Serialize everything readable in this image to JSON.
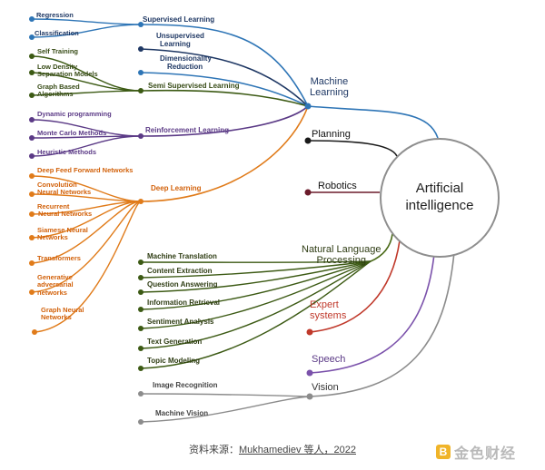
{
  "core": {
    "line1": "Artificial",
    "line2": "intelligence"
  },
  "branches": {
    "machine_learning": {
      "line1": "Machine",
      "line2": "Learning"
    },
    "planning": "Planning",
    "robotics": "Robotics",
    "nlp": {
      "line1": "Natural Language",
      "line2": "Processing"
    },
    "expert": {
      "line1": "Expert",
      "line2": "systems"
    },
    "speech": "Speech",
    "vision": "Vision"
  },
  "ml": {
    "supervised": "Supervised Learning",
    "unsupervised": {
      "line1": "Unsupervised",
      "line2": "Learning"
    },
    "dimred": {
      "line1": "Dimensionality",
      "line2": "Reduction"
    },
    "semi": "Semi Supervised Learning",
    "reinforcement": "Reinforcement Learning",
    "deep": "Deep Learning"
  },
  "supervised_leaves": [
    "Regression",
    "Classification"
  ],
  "semi_leaves": {
    "self_training": "Self Training",
    "low_density": {
      "line1": "Low Density",
      "line2": "Separation Models"
    },
    "graph_based": {
      "line1": "Graph Based",
      "line2": "Algorithms"
    }
  },
  "rl_leaves": [
    "Dynamic programming",
    "Monte Carlo Methods",
    "Heuristic Methods"
  ],
  "dl_leaves": {
    "dffn": "Deep Feed Forward Networks",
    "cnn": {
      "line1": "Convolution",
      "line2": "Neural Networks"
    },
    "rnn": {
      "line1": "Recurrent",
      "line2": "Neural Networks"
    },
    "siamese": {
      "line1": "Siamese Neural",
      "line2": "Networks"
    },
    "transformers": "Transformers",
    "gan": {
      "line1": "Generative",
      "line2": "adversarial",
      "line3": "networks"
    },
    "gnn": {
      "line1": "Graph Neural",
      "line2": "Networks"
    }
  },
  "nlp_leaves": [
    "Machine Translation",
    "Content Extraction",
    "Question Answering",
    "Information Retrieval",
    "Sentiment Analysis",
    "Text Generation",
    "Topic Modeling"
  ],
  "vision_leaves": [
    "Image Recognition",
    "Machine Vision"
  ],
  "caption": {
    "prefix": "资料来源：",
    "source": "Mukhamediev 等人，2022"
  },
  "watermark": "金色财经",
  "colors": {
    "blue": "#2e75b6",
    "olive": "#3c5a14",
    "purple": "#5b3a86",
    "orange": "#e07b1a",
    "dark": "#1a1a1a",
    "maroon": "#6b1b2b",
    "green": "#4a6a18",
    "red": "#c0392b",
    "violet": "#7b52ab",
    "gray": "#8c8c8c"
  }
}
